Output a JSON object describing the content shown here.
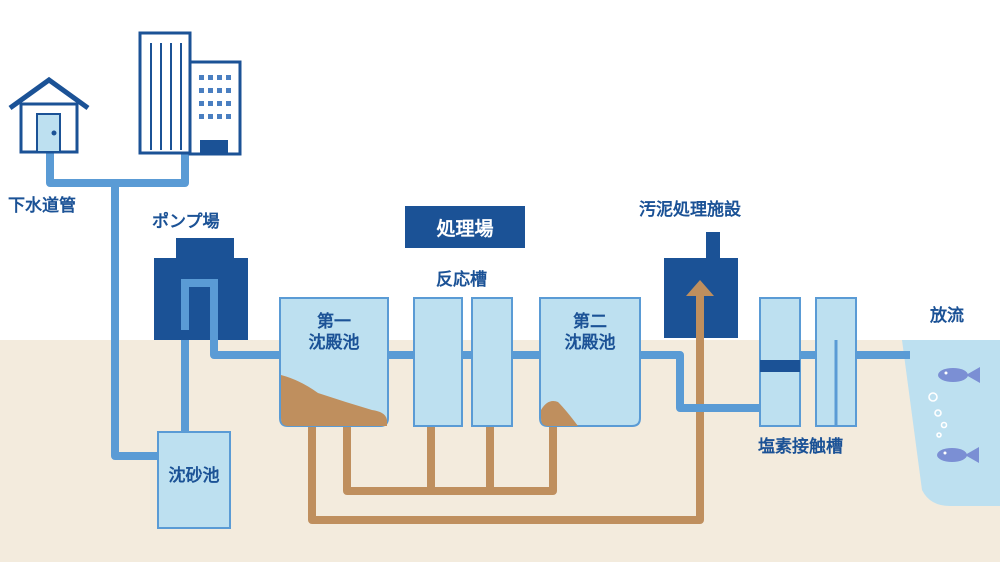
{
  "title": "処理場",
  "labels": {
    "sewer_pipe": "下水道管",
    "pump_station": "ポンプ場",
    "grit_chamber": "沈砂池",
    "primary_tank_line1": "第一",
    "primary_tank_line2": "沈殿池",
    "reaction_tank": "反応槽",
    "secondary_tank_line1": "第二",
    "secondary_tank_line2": "沈殿池",
    "sludge_facility": "汚泥処理施設",
    "chlorine_tank": "塩素接触槽",
    "discharge": "放流"
  },
  "colors": {
    "dark_blue": "#1b5296",
    "water_pipe": "#5a9bd5",
    "tank_fill": "#bddff0",
    "sludge": "#bf8f5e",
    "ground": "#f3ebdd",
    "fish": "#7b8fd4"
  }
}
